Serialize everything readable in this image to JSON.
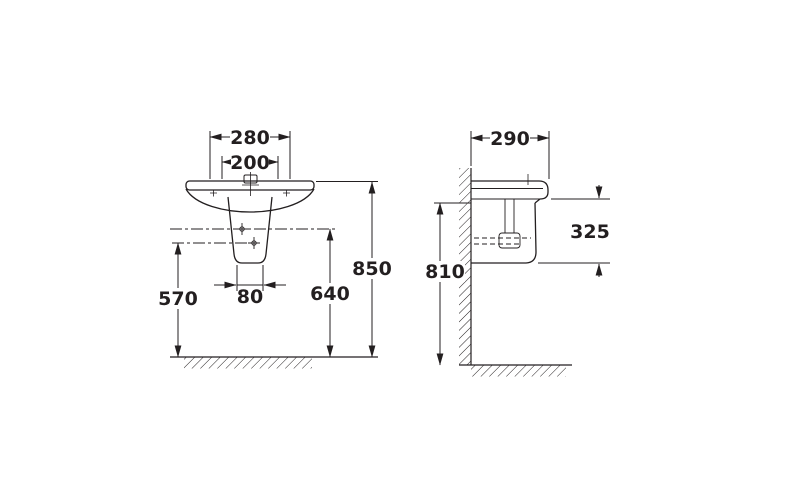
{
  "page": {
    "background": "#ffffff",
    "line_color": "#231f20",
    "drawing_type": "washbasin with semi-pedestal technical dimension drawing"
  },
  "front_view": {
    "dimensions": {
      "top_width": "280",
      "tap_ledge_width": "200",
      "pedestal_base_width": "80",
      "lower_fixing_height": "570",
      "upper_fixing_height": "640",
      "rim_height": "850"
    }
  },
  "side_view": {
    "dimensions": {
      "depth": "290",
      "wall_fixing_height": "810",
      "trap_zone_height": "325"
    }
  }
}
